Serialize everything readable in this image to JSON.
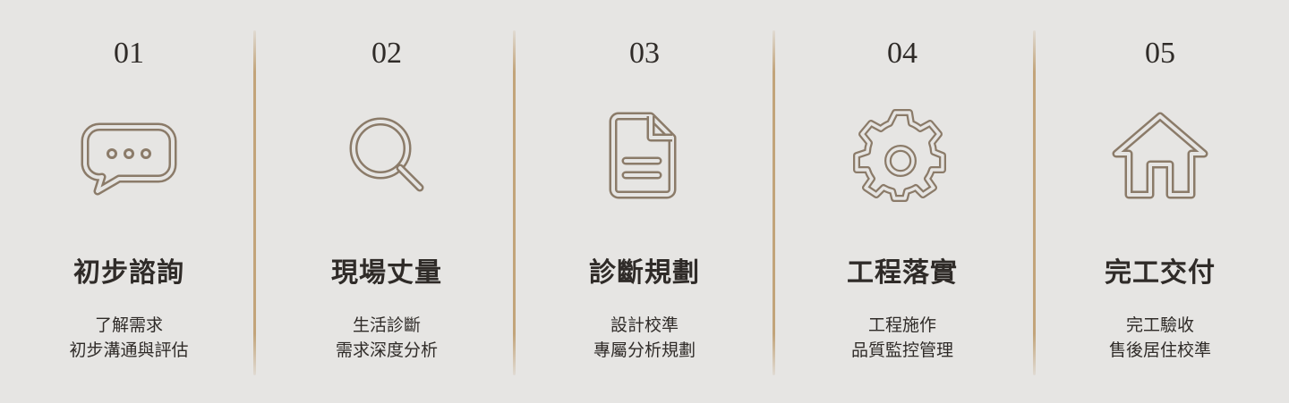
{
  "steps": [
    {
      "number": "01",
      "icon": "chat-bubble-icon",
      "title": "初步諮詢",
      "desc_line1": "了解需求",
      "desc_line2": "初步溝通與評估"
    },
    {
      "number": "02",
      "icon": "search-icon",
      "title": "現場丈量",
      "desc_line1": "生活診斷",
      "desc_line2": "需求深度分析"
    },
    {
      "number": "03",
      "icon": "document-icon",
      "title": "診斷規劃",
      "desc_line1": "設計校準",
      "desc_line2": "專屬分析規劃"
    },
    {
      "number": "04",
      "icon": "gear-icon",
      "title": "工程落實",
      "desc_line1": "工程施作",
      "desc_line2": "品質監控管理"
    },
    {
      "number": "05",
      "icon": "house-icon",
      "title": "完工交付",
      "desc_line1": "完工驗收",
      "desc_line2": "售後居住校準"
    }
  ],
  "colors": {
    "background": "#e6e5e3",
    "icon_outline": "#8b7b69",
    "icon_inner": "#e6e5e3",
    "divider": "#c2a47a",
    "text": "#2f2b28"
  }
}
